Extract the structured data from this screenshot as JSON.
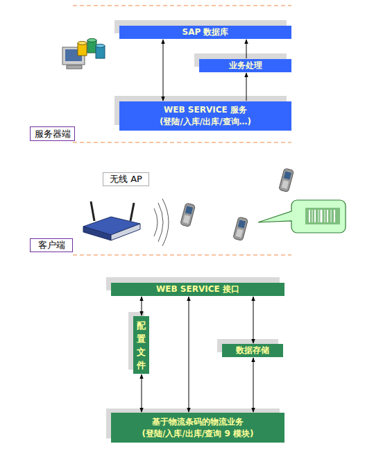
{
  "diagram": {
    "nodes": [
      {
        "text": [
          "SAP 数据库"
        ]
      },
      {
        "text": [
          "业务处理"
        ]
      },
      {
        "text": [
          "WEB SERVICE 服务 (登陆/入库/出库/查询…)"
        ]
      },
      {
        "text": [
          "服务器端"
        ]
      },
      {
        "text": [
          "无线 AP"
        ]
      },
      {
        "text": [
          "客户端"
        ]
      },
      {
        "text": [
          "WEB SERVICE 接口"
        ]
      },
      {
        "text": [
          "配置文件"
        ]
      },
      {
        "text": [
          "数据存储"
        ]
      },
      {
        "text": [
          "基于物流条码的物流业务 (登陆/入库/出库/查询 9 模块)"
        ]
      }
    ],
    "edges": [
      {
        "from": 0,
        "to": 2,
        "arrow": "both"
      },
      {
        "from": 2,
        "to": 1,
        "arrow": "to"
      },
      {
        "from": 1,
        "to": 0,
        "arrow": "to"
      },
      {
        "from": 6,
        "to": 7,
        "arrow": "both"
      },
      {
        "from": 7,
        "to": 9,
        "arrow": "both"
      },
      {
        "from": 6,
        "to": 9,
        "arrow": "both"
      },
      {
        "from": 6,
        "to": 8,
        "arrow": "both"
      },
      {
        "from": 8,
        "to": 9,
        "arrow": "both"
      }
    ]
  }
}
